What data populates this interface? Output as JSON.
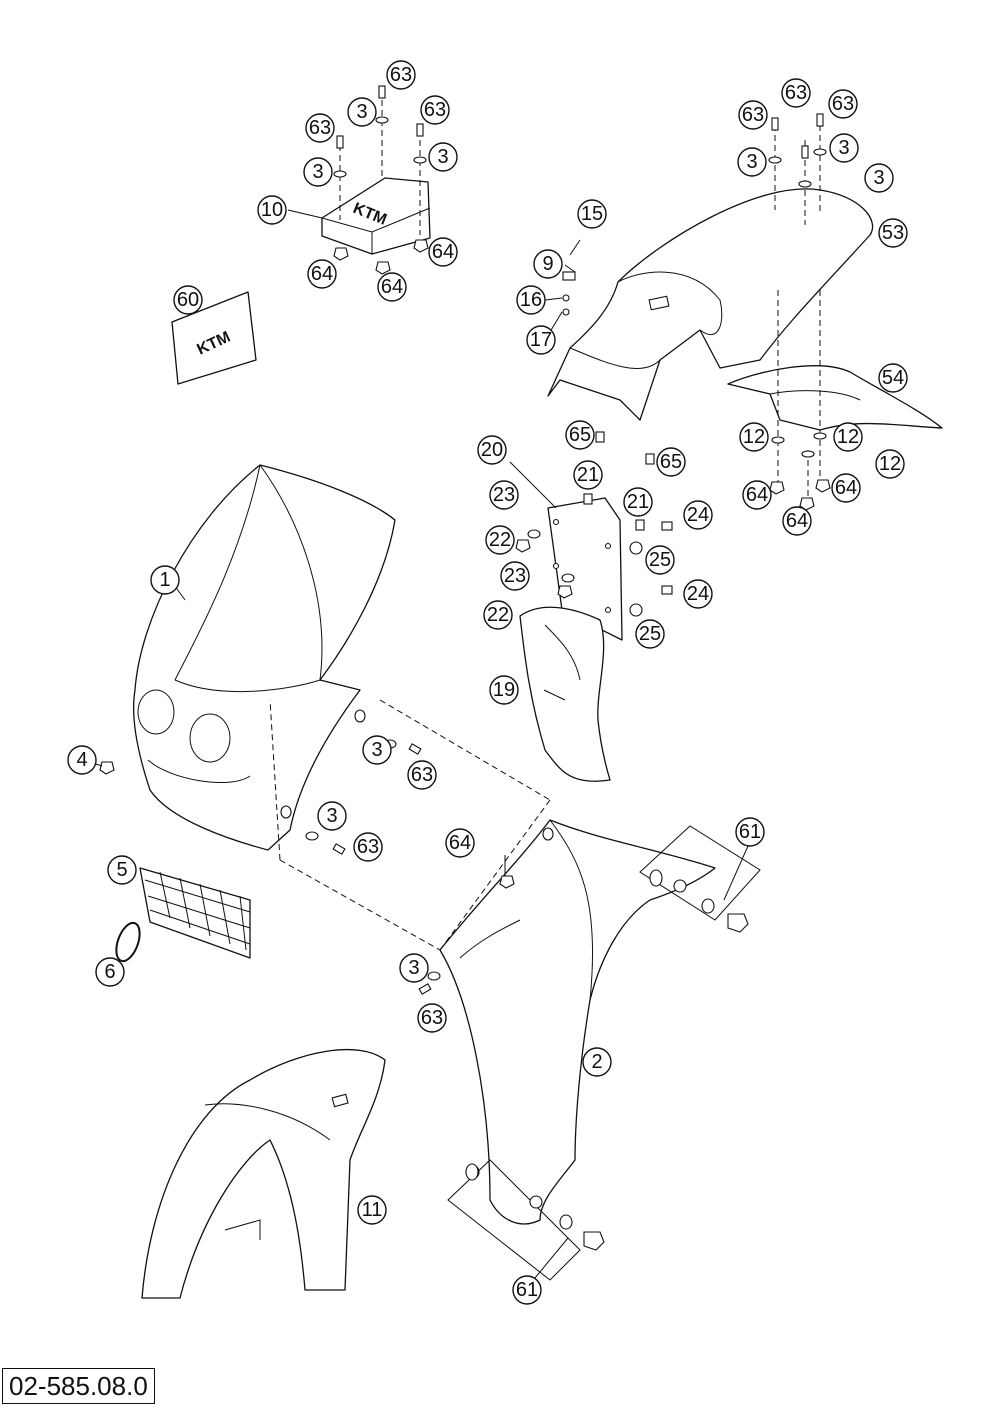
{
  "diagram": {
    "document_code": "02-585.08.0",
    "logo_text": "KTM",
    "callouts": {
      "c1": "1",
      "c2": "2",
      "c3a": "3",
      "c3b": "3",
      "c3c": "3",
      "c3d": "3",
      "c3e": "3",
      "c3f": "3",
      "c3g": "3",
      "c3h": "3",
      "c3i": "3",
      "c4": "4",
      "c5": "5",
      "c6": "6",
      "c9": "9",
      "c10": "10",
      "c11": "11",
      "c12a": "12",
      "c12b": "12",
      "c12c": "12",
      "c15": "15",
      "c16": "16",
      "c17": "17",
      "c19": "19",
      "c20": "20",
      "c21a": "21",
      "c21b": "21",
      "c22a": "22",
      "c22b": "22",
      "c23a": "23",
      "c23b": "23",
      "c24a": "24",
      "c24b": "24",
      "c25a": "25",
      "c25b": "25",
      "c53": "53",
      "c54": "54",
      "c60": "60",
      "c61a": "61",
      "c61b": "61",
      "c63a": "63",
      "c63b": "63",
      "c63c": "63",
      "c63d": "63",
      "c63e": "63",
      "c63f": "63",
      "c63g": "63",
      "c63h": "63",
      "c63i": "63",
      "c64a": "64",
      "c64b": "64",
      "c64c": "64",
      "c64d": "64",
      "c64e": "64",
      "c64f": "64",
      "c65a": "65",
      "c65b": "65"
    }
  }
}
